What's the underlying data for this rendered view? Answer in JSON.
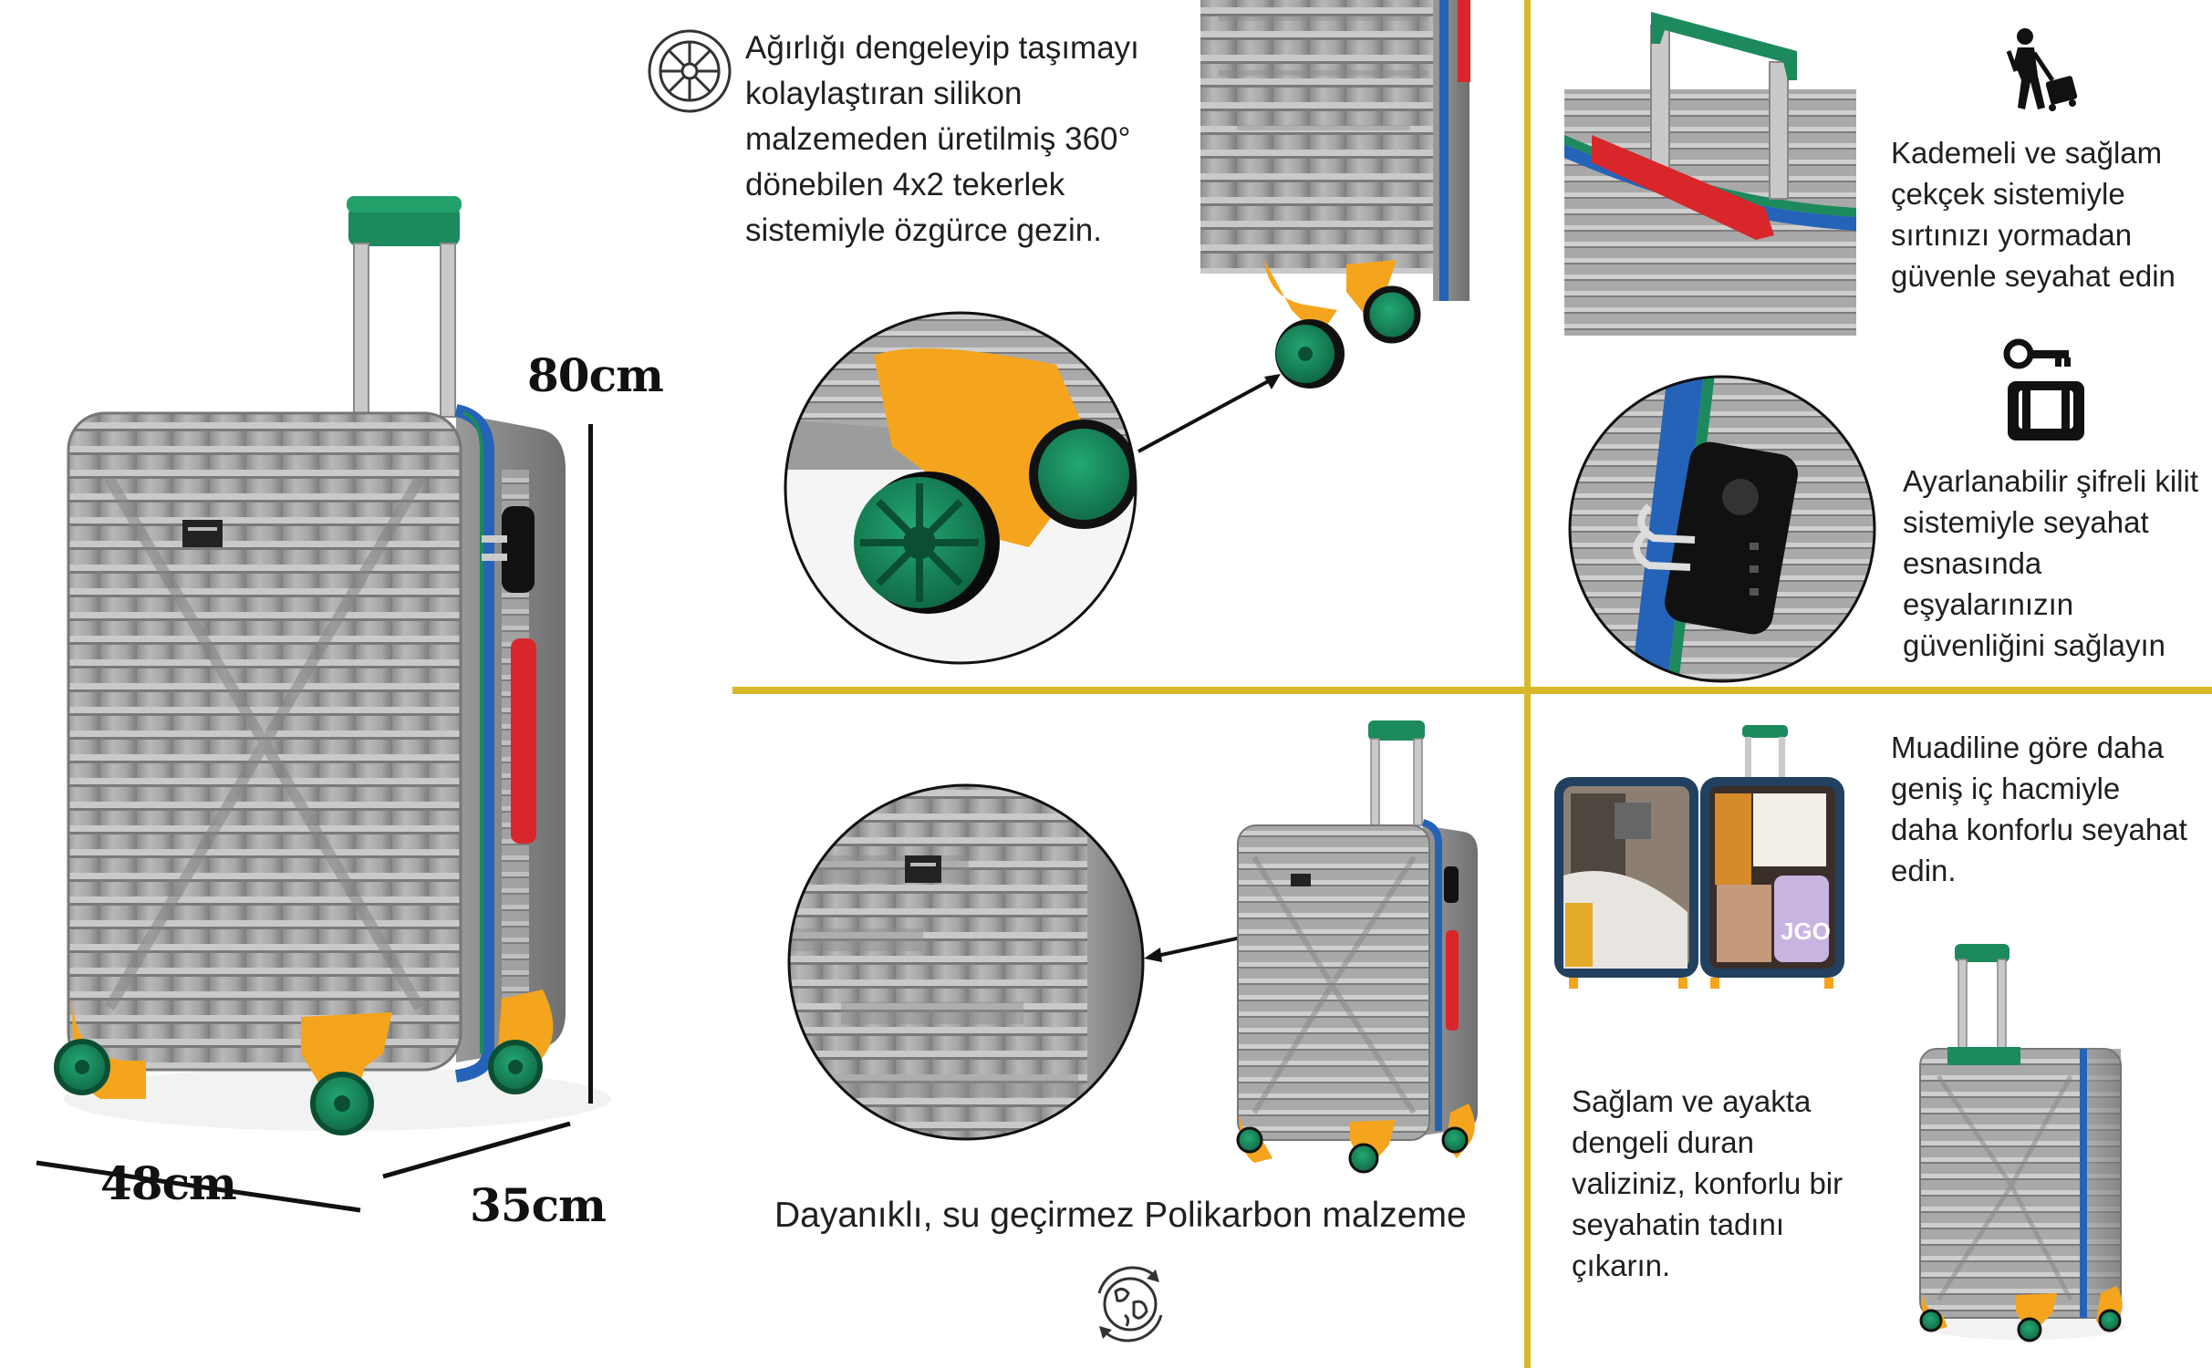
{
  "colors": {
    "gold_divider": "#d8b82a",
    "shell_silver": "#a3a3a3",
    "handle_green": "#1c8a5c",
    "wheel_orange": "#f4a51d",
    "zipper_blue": "#2563b8",
    "handle_red": "#d8262b",
    "lining_navy": "#22405f"
  },
  "icons": [
    "wheel-icon",
    "traveler-icon",
    "lock-icon",
    "globe-recycle-icon"
  ],
  "dimensions": {
    "height": "80cm",
    "width": "48cm",
    "depth": "35cm"
  },
  "wheels_feature": {
    "lines": [
      "Ağırlığı dengeleyip taşımayı",
      "kolaylaştıran silikon",
      "malzemeden üretilmiş 360°",
      "dönebilen 4x2 tekerlek",
      "sistemiyle özgürce gezin."
    ]
  },
  "handle_feature": {
    "lines": [
      "Kademeli ve sağlam",
      "çekçek sistemiyle",
      "sırtınızı yormadan",
      "güvenle seyahat edin"
    ]
  },
  "lock_feature": {
    "lines": [
      "Ayarlanabilir şifreli kilit",
      "sistemiyle seyahat",
      "esnasında",
      "eşyalarınızın",
      "güvenliğini sağlayın"
    ]
  },
  "material_feature": {
    "caption": "Dayanıklı, su geçirmez Polikarbon malzeme"
  },
  "volume_feature": {
    "lines": [
      "Muadiline göre daha",
      "geniş iç hacmiyle",
      "daha konforlu seyahat",
      "edin."
    ]
  },
  "stability_feature": {
    "lines": [
      "Sağlam ve ayakta",
      "dengeli duran",
      "valiziniz, konforlu bir",
      "seyahatin tadını",
      "çıkarın."
    ]
  },
  "packed_items": {
    "label": "JGO"
  }
}
